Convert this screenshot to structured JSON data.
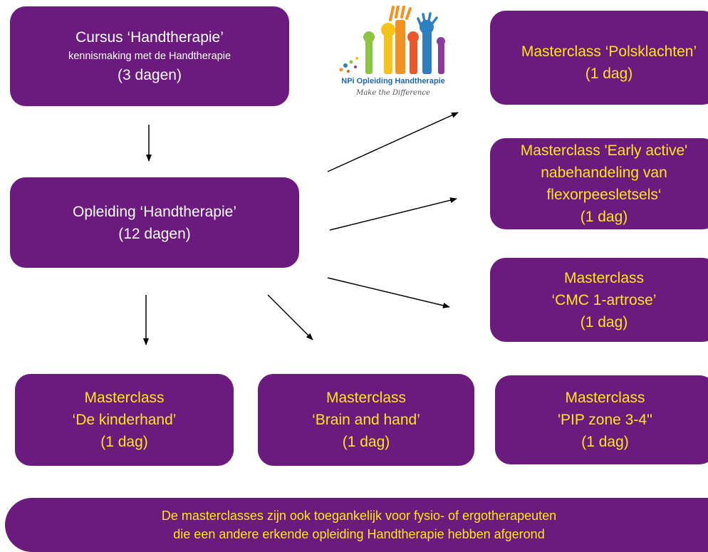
{
  "logo": {
    "name": "NPi Opleiding Handtherapie",
    "tagline": "Make the Difference"
  },
  "cursus": {
    "line1": "Cursus ‘Handtherapie’",
    "line2": "kennismaking met de Handtherapie",
    "line3": "(3 dagen)"
  },
  "opleiding": {
    "line1": "Opleiding ‘Handtherapie’",
    "line2": "(12 dagen)"
  },
  "masterclasses": {
    "pols": {
      "line1": "Masterclass ‘Polsklachten’",
      "line2": "(1 dag)"
    },
    "early": {
      "line1": "Masterclass 'Early active'",
      "line2": "nabehandeling van",
      "line3": "flexorpeesletsels‘",
      "line4": "(1 dag)"
    },
    "cmc": {
      "line1": "Masterclass",
      "line2": "‘CMC 1-artrose’",
      "line3": "(1 dag)"
    },
    "kinder": {
      "line1": "Masterclass",
      "line2": "‘De kinderhand’",
      "line3": "(1 dag)"
    },
    "brain": {
      "line1": "Masterclass",
      "line2": "‘Brain and hand’",
      "line3": "(1 dag)"
    },
    "pip": {
      "line1": "Masterclass",
      "line2": "'PIP zone 3-4''",
      "line3": "(1 dag)"
    }
  },
  "footer": {
    "line1": "De masterclasses zijn ook toegankelijk voor fysio- of ergotherapeuten",
    "line2": "die een andere erkende opleiding Handtherapie hebben afgerond"
  },
  "colors": {
    "box": "#6a1b7d",
    "text_white": "#ffffff",
    "text_yellow": "#ffe51f",
    "arrow": "#000000"
  }
}
